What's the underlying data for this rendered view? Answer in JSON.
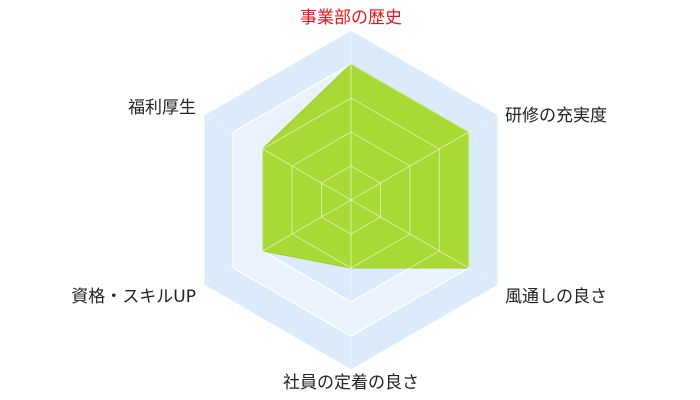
{
  "chart_data": {
    "type": "radar",
    "axes": [
      "事業部の歴史",
      "研修の充実度",
      "風通しの良さ",
      "社員の定着の良さ",
      "資格・スキルUP",
      "福利厚生"
    ],
    "values": [
      4,
      4,
      4,
      2,
      3,
      3
    ],
    "max": 5,
    "levels": 5,
    "highlight_axis_index": 0
  },
  "colors": {
    "band_dark": "#dcebfb",
    "band_light": "#e9f2fd",
    "ring_stroke": "#ffffff",
    "spoke": "#cfdff0",
    "fill": "#a9d934",
    "fill_stroke": "#9ccc2c",
    "label": "#222222",
    "highlight": "#e8141b"
  }
}
